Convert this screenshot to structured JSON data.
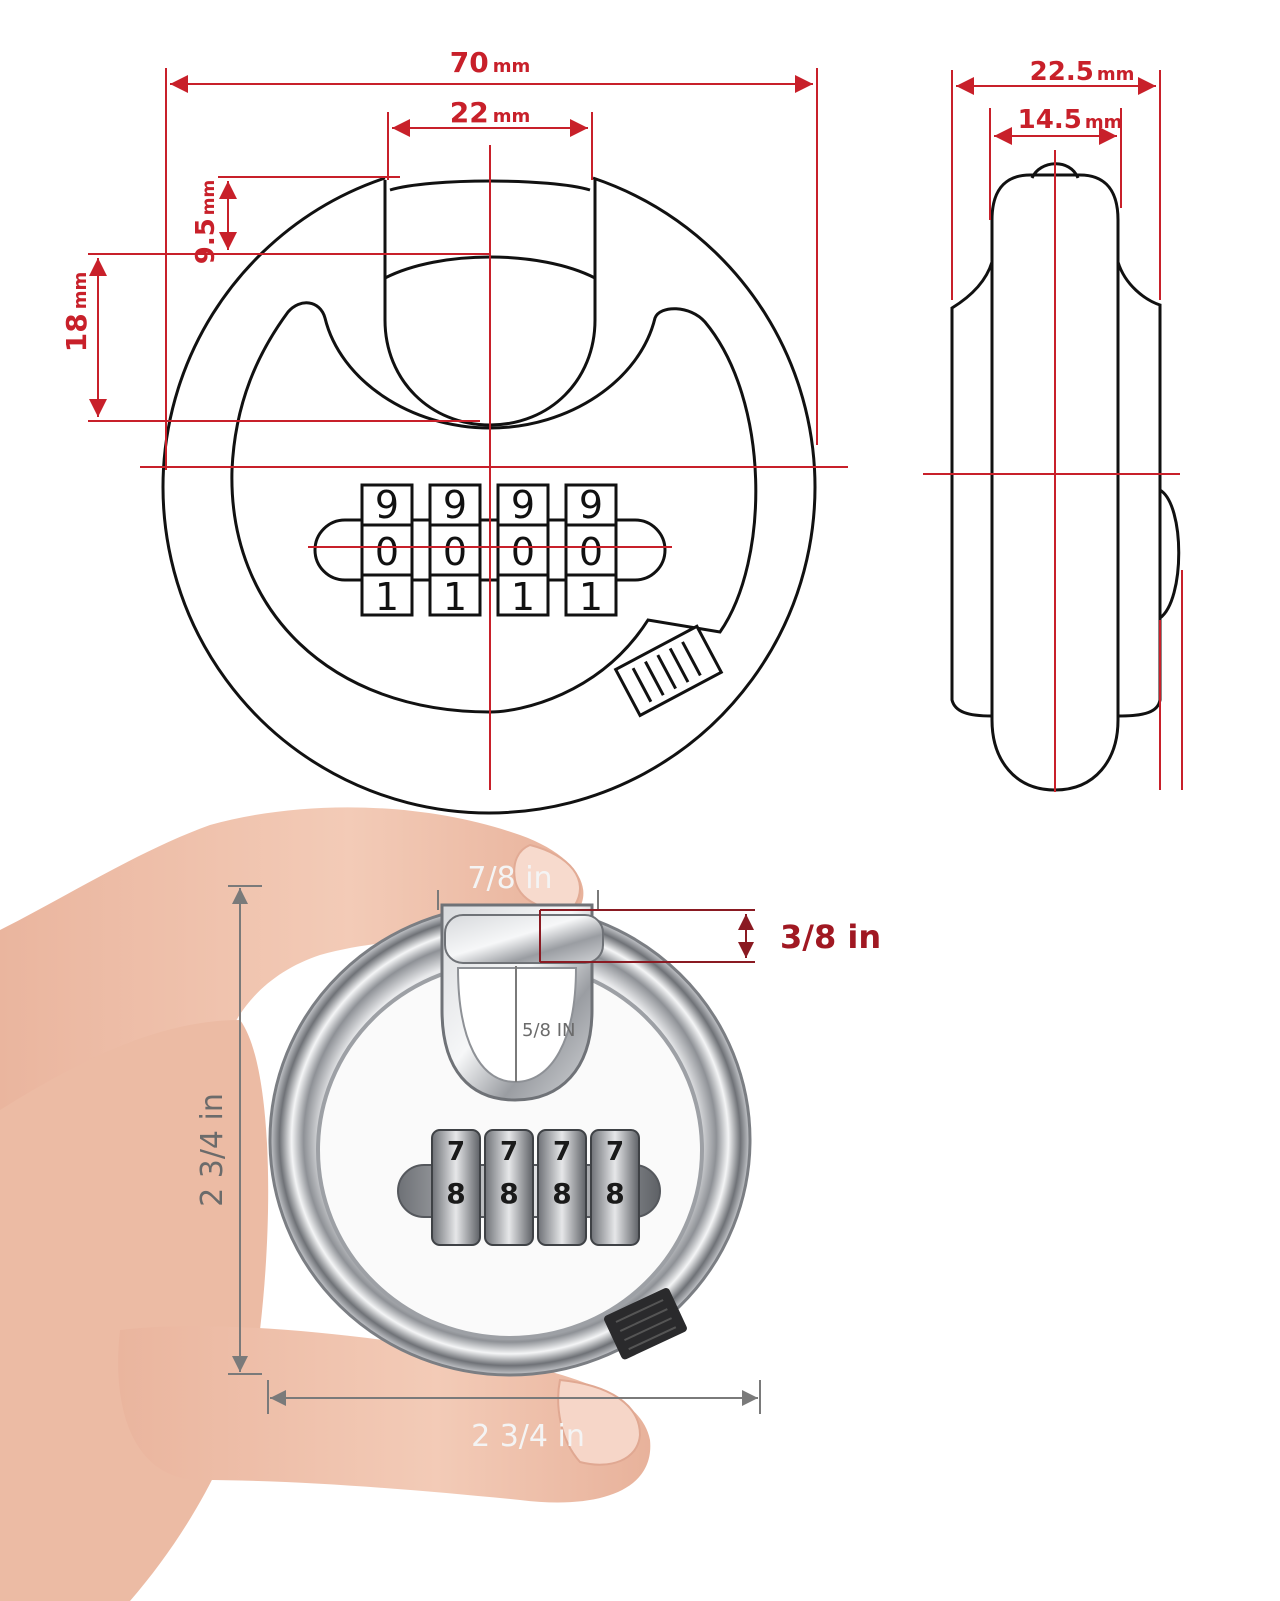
{
  "drawing": {
    "front": {
      "overall_width": {
        "value": "70",
        "unit": "mm"
      },
      "shackle_width": {
        "value": "22",
        "unit": "mm"
      },
      "shackle_offset": {
        "value": "9.5",
        "unit": "mm"
      },
      "shackle_clearance": {
        "value": "18",
        "unit": "mm"
      },
      "dial_digits_top": [
        "9",
        "9",
        "9",
        "9"
      ],
      "dial_digits_mid": [
        "0",
        "0",
        "0",
        "0"
      ],
      "dial_digits_bottom": [
        "1",
        "1",
        "1",
        "1"
      ]
    },
    "side": {
      "overall_thickness": {
        "value": "22.5",
        "unit": "mm"
      },
      "body_thickness": {
        "value": "14.5",
        "unit": "mm"
      }
    }
  },
  "photo": {
    "shackle_width_label": "7/8 in",
    "shackle_thickness_label": "3/8 in",
    "shackle_clearance_label": "5/8 IN",
    "height_label": "2 3/4 in",
    "width_label": "2 3/4 in",
    "dial_digits_top": [
      "7",
      "7",
      "7",
      "7"
    ],
    "dial_digits_mid": [
      "8",
      "8",
      "8",
      "8"
    ],
    "colors": {
      "dimension_red": "#c8202a",
      "dimension_gray": "#6b6b6b",
      "steel": "#b9bcc0",
      "skin": "#f0c4ae"
    }
  }
}
